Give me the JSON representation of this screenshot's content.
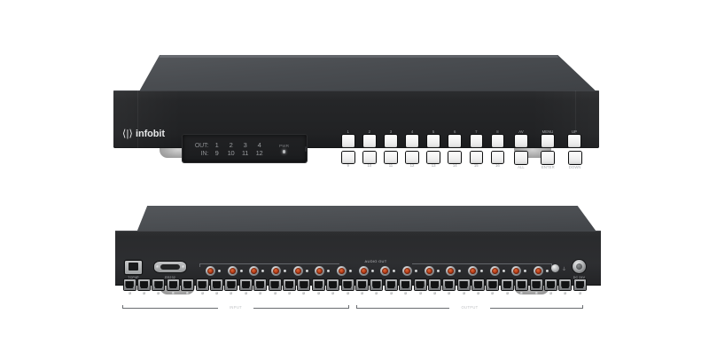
{
  "product": {
    "brand": "infobit",
    "logo_mark": "chevron-bar-chevron-logo",
    "type": "16x16 HDMI Matrix Switcher",
    "views": [
      "front-panel",
      "rear-panel"
    ]
  },
  "front": {
    "display": {
      "row1_label": "OUT:",
      "row2_label": "IN:",
      "out_channels": [
        "1",
        "2",
        "3",
        "4"
      ],
      "in_channels": [
        "9",
        "10",
        "11",
        "12"
      ],
      "power_label": "PWR",
      "power_led_state": "on"
    },
    "buttons": {
      "top_row": [
        "1",
        "2",
        "3",
        "4",
        "5",
        "6",
        "7",
        "8"
      ],
      "bottom_row": [
        "9",
        "10",
        "11",
        "12",
        "13",
        "14",
        "15",
        "16"
      ]
    },
    "function_buttons": {
      "top_row": [
        "AV",
        "MENU",
        "UP"
      ],
      "bottom_row": [
        "ALL",
        "ENTER",
        "DOWN"
      ]
    }
  },
  "rear": {
    "control_ports": [
      {
        "label": "TCP/IP",
        "icon": "rj45-icon"
      },
      {
        "label": "RS232",
        "icon": "db9-serial-icon"
      }
    ],
    "audio_section_label": "AUDIO OUT",
    "audio_channel_count": 16,
    "input_section_label": "INPUT",
    "output_section_label": "OUTPUT",
    "input_port_count": 16,
    "output_port_count": 16,
    "power": {
      "label": "DC 24V",
      "icon": "dc-power-jack-icon"
    },
    "ground": {
      "symbol": "⏚",
      "icon": "ground-screw-icon"
    }
  },
  "colors": {
    "background": "#ffffff",
    "chassis_face": "#2a2b2d",
    "chassis_top": "#4b4e52",
    "button_face": "#f1f1f1",
    "rca_center": "#c0401a",
    "label_text": "#b4b6b9",
    "foot": "#a8a8a8"
  }
}
